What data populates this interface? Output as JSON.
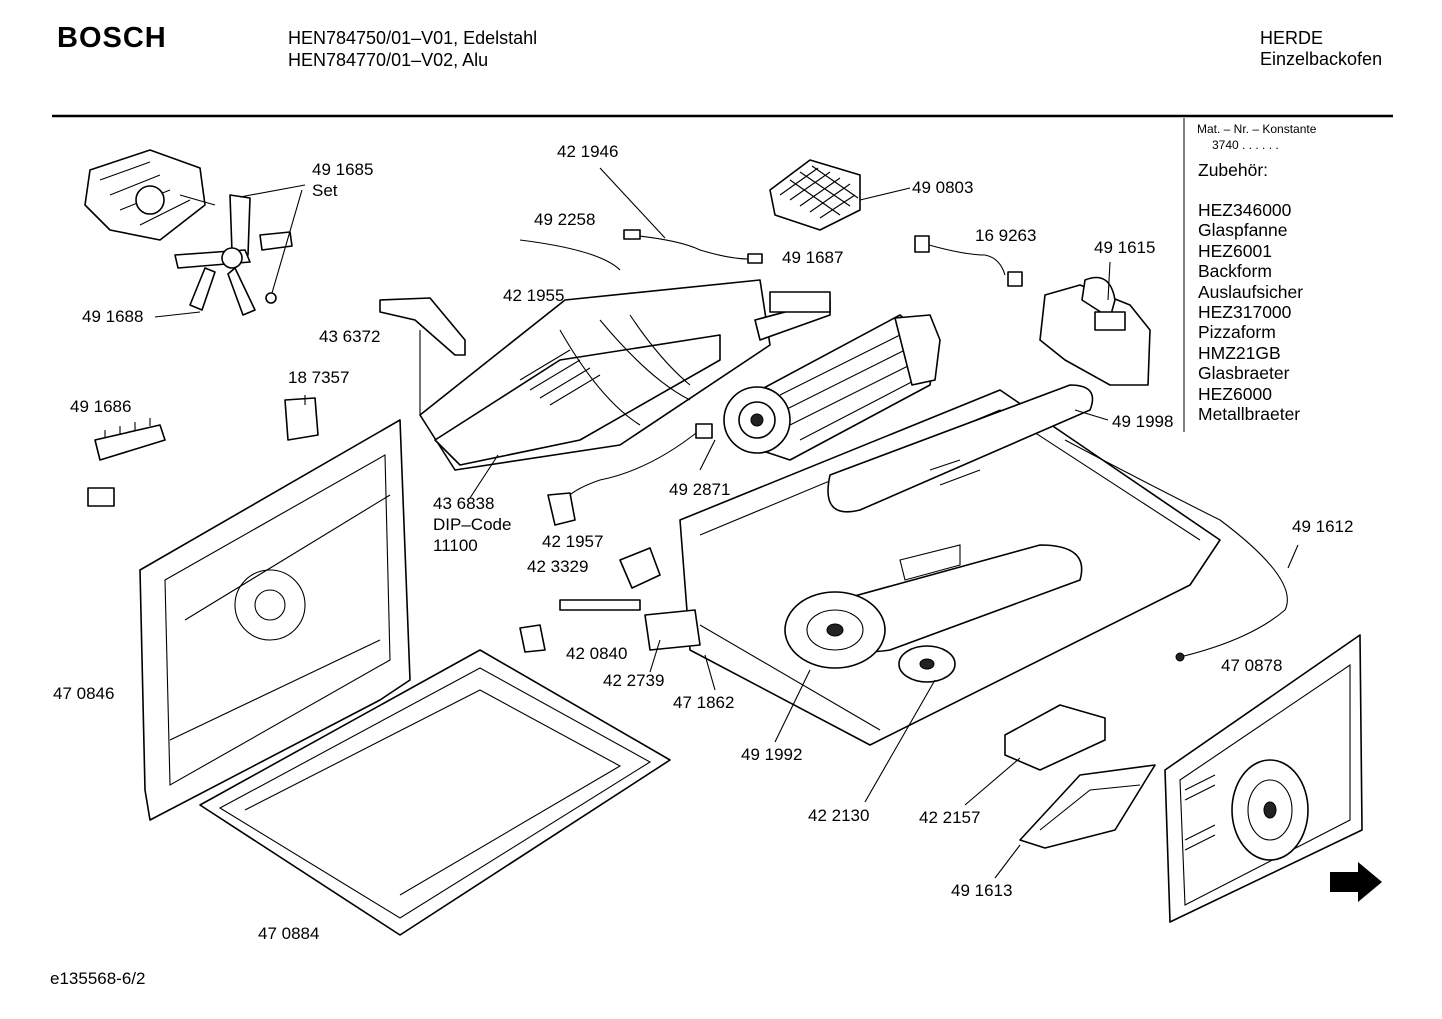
{
  "header": {
    "brand": "BOSCH",
    "model_line_1": "HEN784750/01–V01, Edelstahl",
    "model_line_2": "HEN784770/01–V02, Alu",
    "category_1": "HERDE",
    "category_2": "Einzelbackofen"
  },
  "info_box": {
    "mat_title": "Mat. – Nr. – Konstante",
    "mat_value": "3740  .  .  .  .  .  .",
    "accessories_title": "Zubehör:",
    "accessories": [
      "HEZ346000",
      "Glaspfanne",
      "HEZ6001",
      "Backform",
      "Auslaufsicher",
      "HEZ317000",
      "Pizzaform",
      "HMZ21GB",
      "Glasbraeter",
      "HEZ6000",
      "Metallbraeter"
    ]
  },
  "parts": {
    "p491685": "49 1685",
    "p491685_set": "Set",
    "p491688": "49 1688",
    "p421946": "42 1946",
    "p490803": "49 0803",
    "p492258": "49 2258",
    "p169263": "16 9263",
    "p491615": "49 1615",
    "p491687": "49 1687",
    "p421955": "42 1955",
    "p436372": "43 6372",
    "p187357": "18 7357",
    "p491686": "49 1686",
    "p491998": "49 1998",
    "p436838": "43 6838",
    "p436838_dip": "DIP–Code",
    "p436838_code": "11100",
    "p492871": "49 2871",
    "p421957": "42 1957",
    "p423329": "42 3329",
    "p491612": "49 1612",
    "p420840": "42 0840",
    "p422739": "42 2739",
    "p470846": "47 0846",
    "p471862": "47 1862",
    "p470878": "47 0878",
    "p491992": "49 1992",
    "p422130": "42 2130",
    "p422157": "42 2157",
    "p491613": "49 1613",
    "p470884": "47 0884"
  },
  "footer": {
    "drawing_id": "e135568-6/2"
  }
}
